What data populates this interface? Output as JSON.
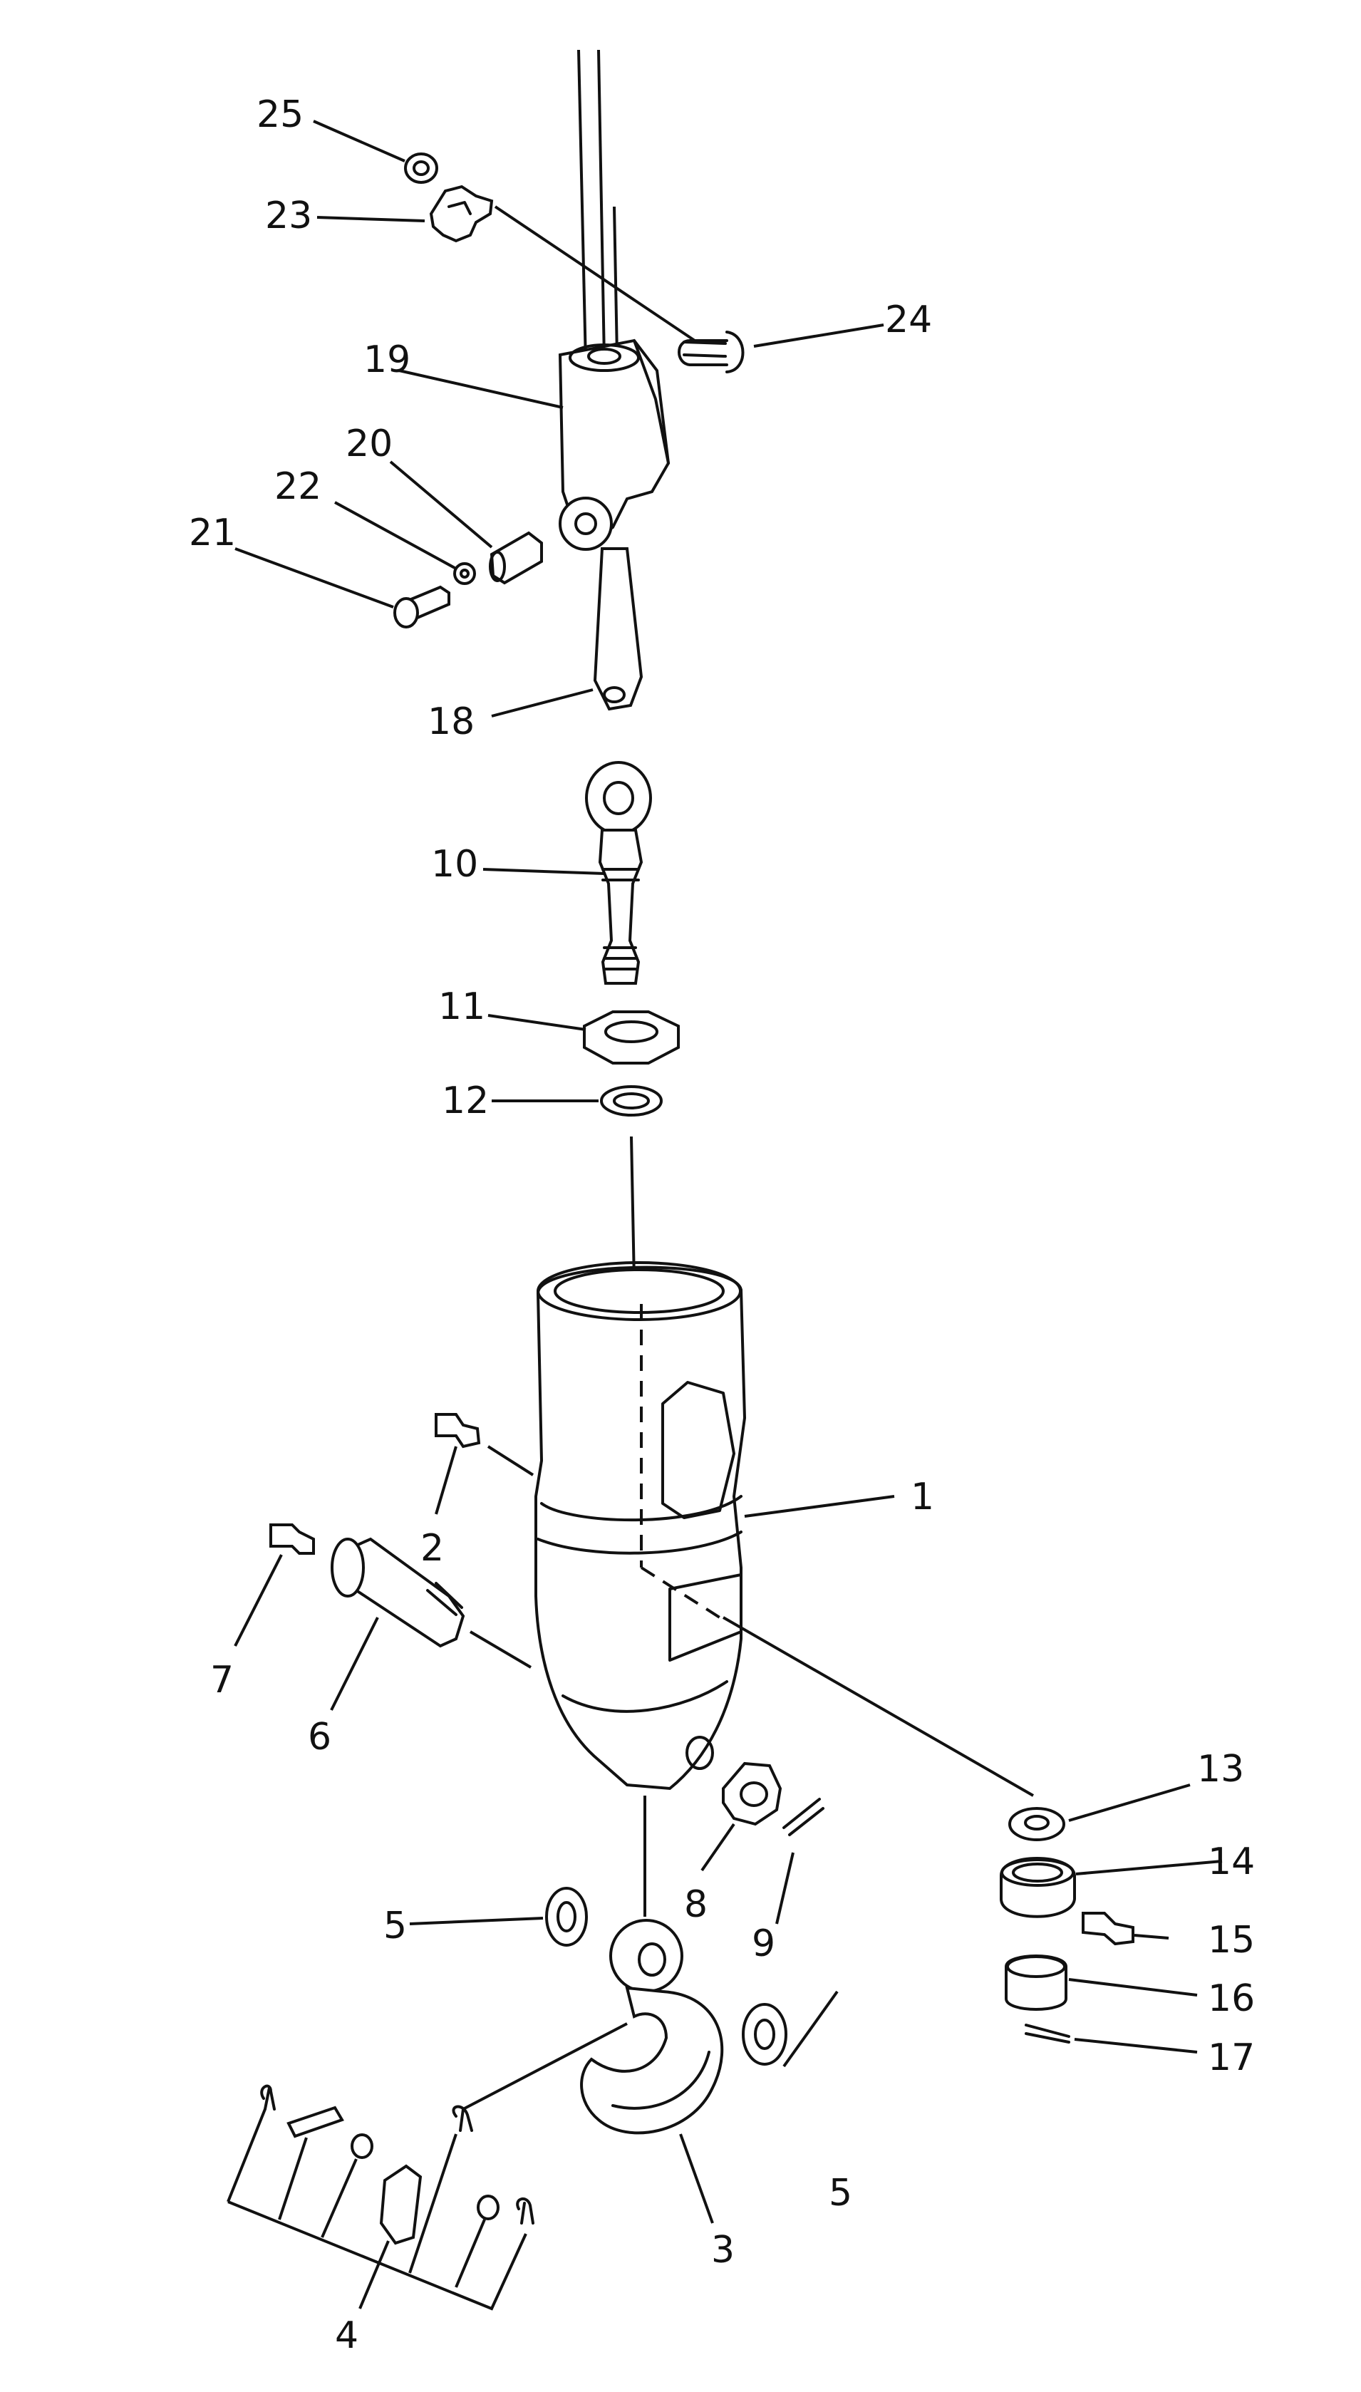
{
  "callouts": {
    "c1": "1",
    "c2": "2",
    "c3": "3",
    "c4": "4",
    "c5a": "5",
    "c5b": "5",
    "c6": "6",
    "c7": "7",
    "c8": "8",
    "c9": "9",
    "c10": "10",
    "c11": "11",
    "c12": "12",
    "c13": "13",
    "c14": "14",
    "c15": "15",
    "c16": "16",
    "c17": "17",
    "c18": "18",
    "c19": "19",
    "c20": "20",
    "c21": "21",
    "c22": "22",
    "c23": "23",
    "c24": "24",
    "c25": "25"
  }
}
